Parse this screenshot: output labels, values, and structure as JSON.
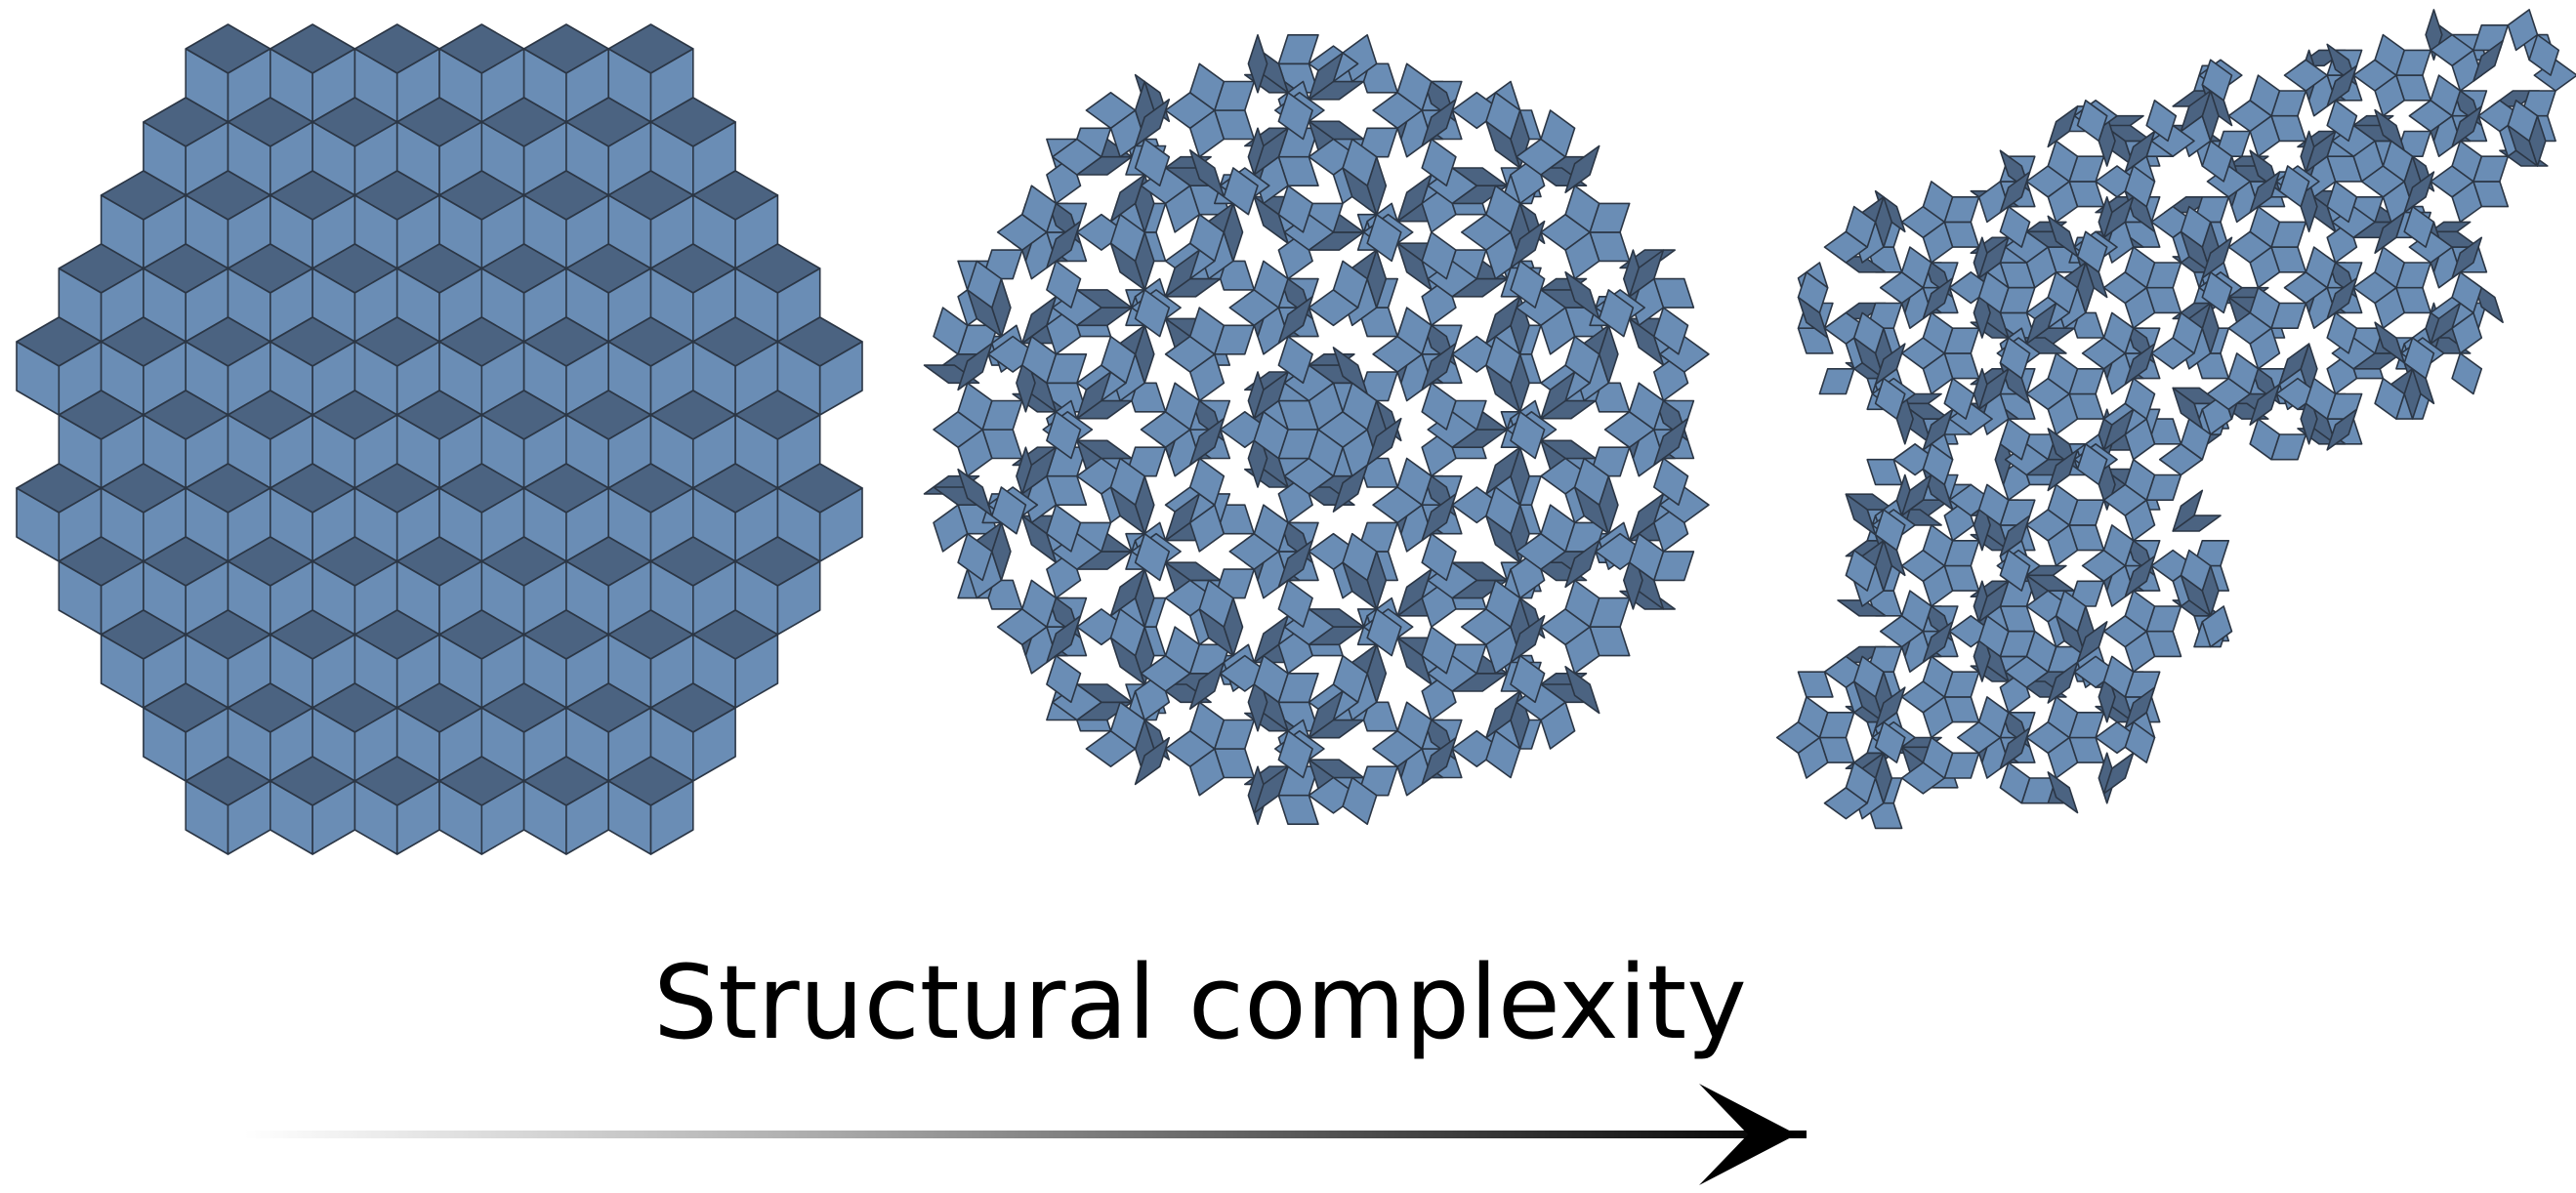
{
  "caption": {
    "text": "Structural complexity"
  },
  "colors": {
    "tile_light": "#6a8db5",
    "tile_dark": "#4b6381",
    "tile_stroke": "#2b3645",
    "arrow_head": "#000000",
    "arrow_start": "#ffffff"
  },
  "panels": [
    {
      "name": "periodic-tiling"
    },
    {
      "name": "quasicrystal-tiling"
    },
    {
      "name": "disordered-tiling"
    }
  ]
}
